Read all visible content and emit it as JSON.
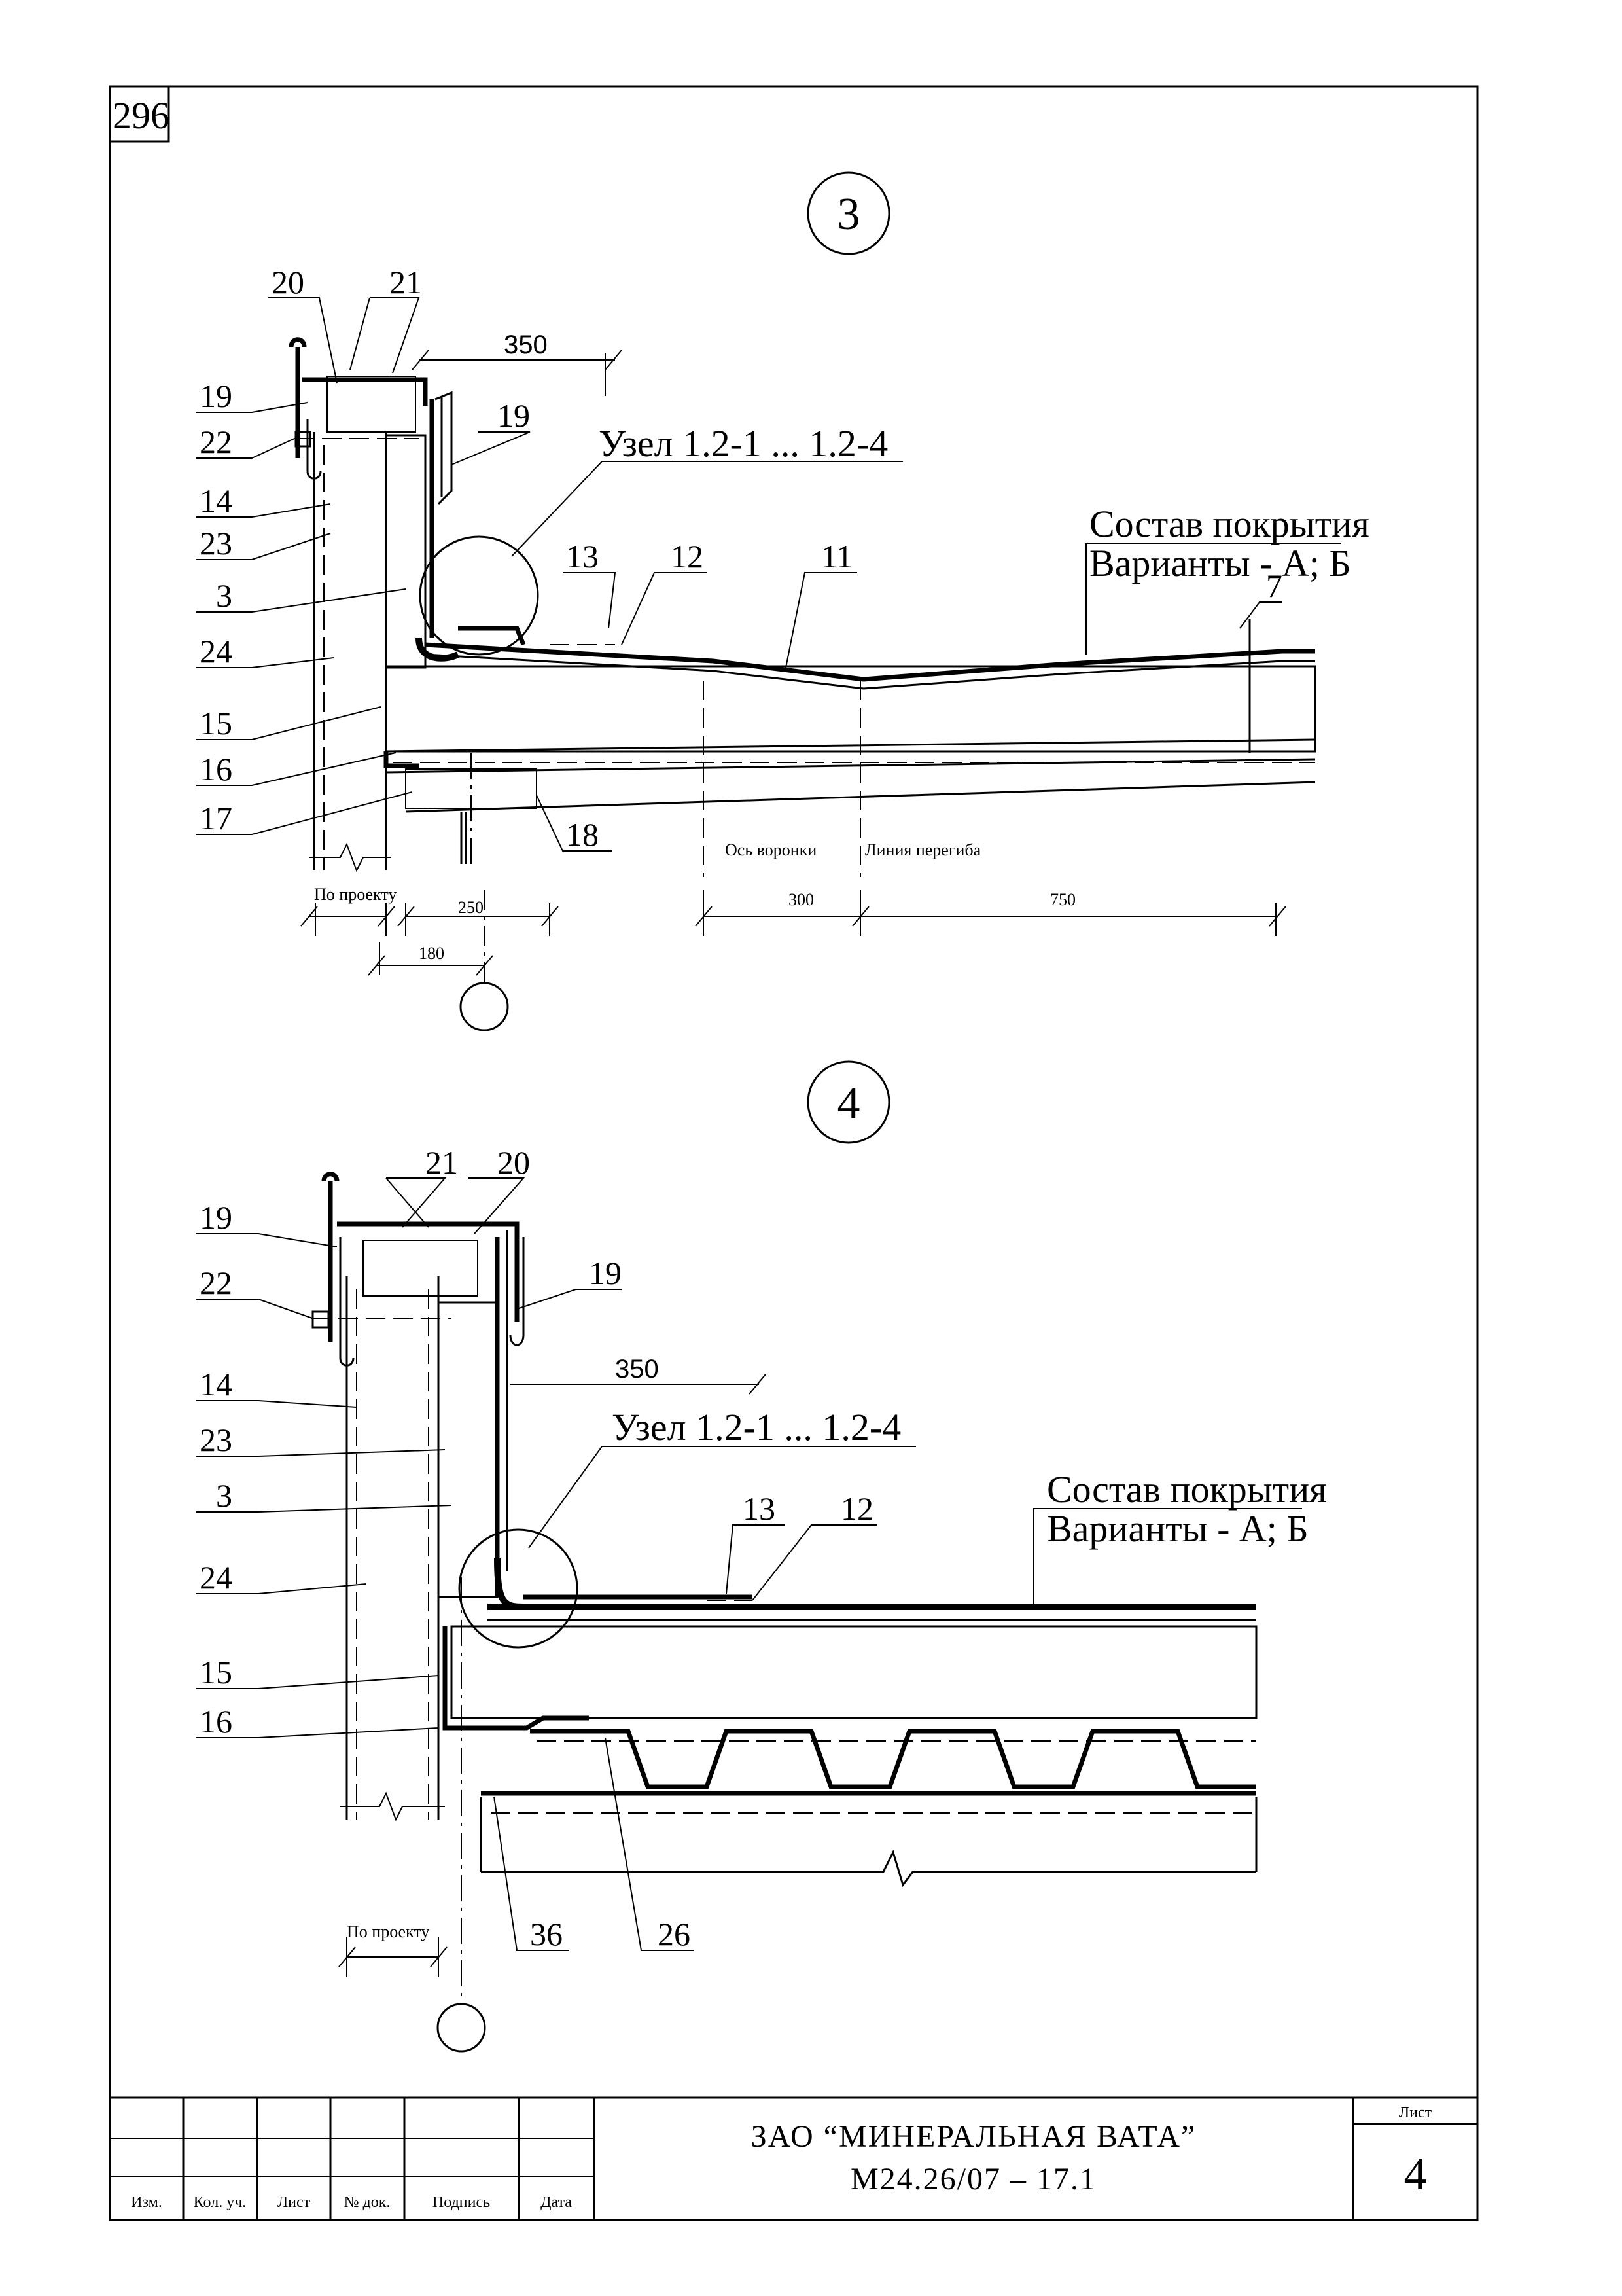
{
  "page_number": "296",
  "sheet_label": "Лист",
  "sheet_number": "4",
  "organization": "ЗАО “МИНЕРАЛЬНАЯ ВАТА”",
  "document_code": "М24.26/07 – 17.1",
  "title_block_columns": [
    "Изм.",
    "Кол. уч.",
    "Лист",
    "№ док.",
    "Подпись",
    "Дата"
  ],
  "node3": {
    "circle_label": "3",
    "node_ref": "Узел 1.2-1 ... 1.2-4",
    "roof_composition": "Состав покрытия",
    "variants": "Варианты - А; Б",
    "callouts": [
      "20",
      "21",
      "19",
      "22",
      "14",
      "23",
      "3",
      "24",
      "15",
      "16",
      "17",
      "18",
      "19",
      "13",
      "12",
      "11",
      "7"
    ],
    "dim_350": "350",
    "dim_250": "250",
    "dim_180": "180",
    "dim_300": "300",
    "dim_750": "750",
    "by_project": "По проекту",
    "funnel_axis": "Ось воронки",
    "bend_line": "Линия перегиба"
  },
  "node4": {
    "circle_label": "4",
    "node_ref": "Узел 1.2-1 ... 1.2-4",
    "roof_composition": "Состав покрытия",
    "variants": "Варианты - А; Б",
    "callouts": [
      "21",
      "20",
      "19",
      "22",
      "14",
      "23",
      "3",
      "24",
      "15",
      "16",
      "19",
      "13",
      "12",
      "36",
      "26"
    ],
    "dim_350": "350",
    "by_project": "По проекту"
  }
}
